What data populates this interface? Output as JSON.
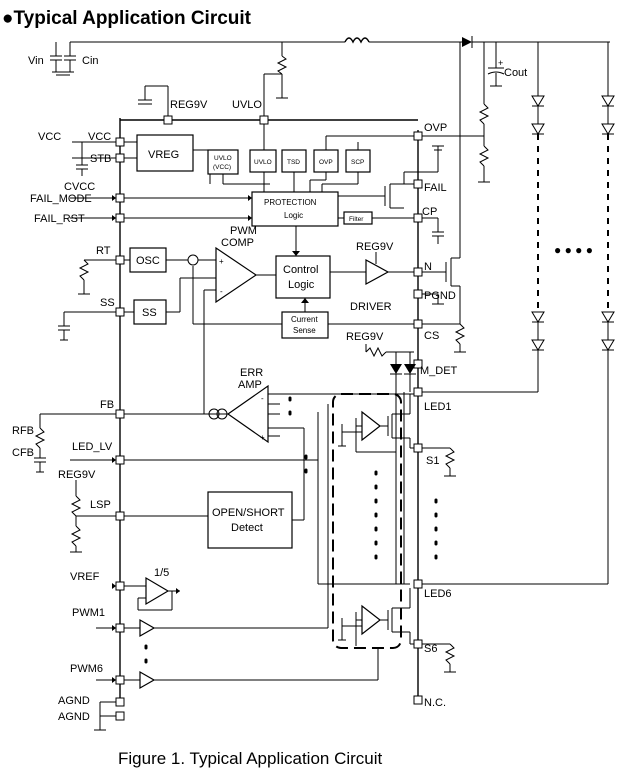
{
  "title": "●Typical Application Circuit",
  "caption": "Figure 1. Typical Application Circuit",
  "pins_left": {
    "vcc": "VCC",
    "stb": "STB",
    "fail_mode": "FAIL_MODE",
    "fail_rst": "FAIL_RST",
    "rt": "RT",
    "ss": "SS",
    "fb": "FB",
    "led_lv": "LED_LV",
    "lsp": "LSP",
    "vref": "VREF",
    "pwm1": "PWM1",
    "pwm6": "PWM6",
    "agnd1": "AGND",
    "agnd2": "AGND"
  },
  "pins_right": {
    "ovp": "OVP",
    "fail": "FAIL",
    "cp": "CP",
    "n": "N",
    "pgnd": "PGND",
    "cs": "CS",
    "m_det": "M_DET",
    "led1": "LED1",
    "s1": "S1",
    "led6": "LED6",
    "s6": "S6",
    "nc": "N.C."
  },
  "pins_top": {
    "reg9v": "REG9V",
    "uvlo": "UVLO"
  },
  "external": {
    "vin": "Vin",
    "cin": "Cin",
    "cout": "Cout",
    "vcc": "VCC",
    "cvcc": "CVCC",
    "rfb": "RFB",
    "cfb": "CFB",
    "reg9v_lsp": "REG9V",
    "reg9v_cs": "REG9V",
    "led_dots": "● ● ● ●"
  },
  "blocks": {
    "vreg": "VREG",
    "uvlo_vcc_1": "UVLO",
    "uvlo_vcc_2": "(VCC)",
    "uvlo": "UVLO",
    "tsd": "TSD",
    "ovp": "OVP",
    "scp": "SCP",
    "protection_1": "PROTECTION",
    "protection_2": "Logic",
    "filter": "Filter",
    "pwm_comp_1": "PWM",
    "pwm_comp_2": "COMP",
    "osc": "OSC",
    "ss": "SS",
    "control_1": "Control",
    "control_2": "Logic",
    "current_1": "Current",
    "current_2": "Sense",
    "driver_label": "DRIVER",
    "driver_reg": "REG9V",
    "err_1": "ERR",
    "err_2": "AMP",
    "open_short_1": "OPEN/SHORT",
    "open_short_2": "Detect",
    "vref_div": "1/5",
    "plus": "+",
    "minus": "-"
  }
}
